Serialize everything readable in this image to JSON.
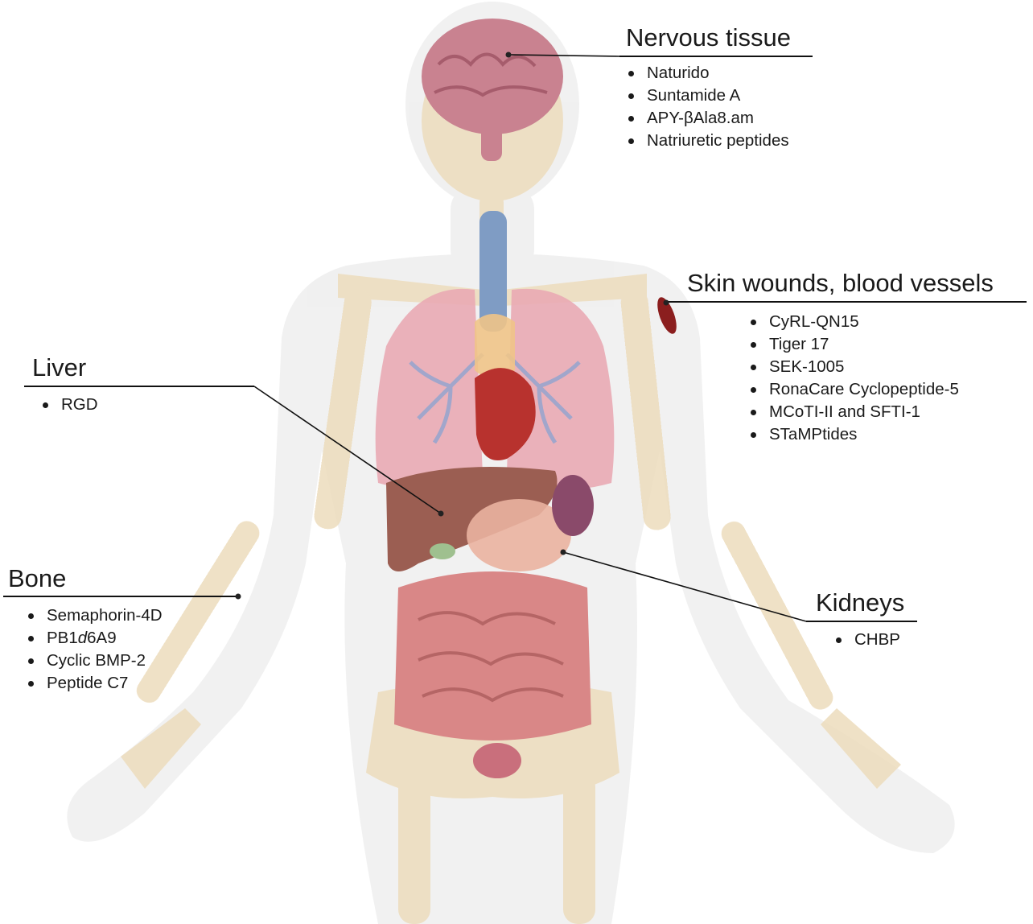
{
  "callouts": {
    "nervous": {
      "title": "Nervous tissue",
      "items": [
        "Naturido",
        "Suntamide A",
        "APY-βAla8.am",
        "Natriuretic peptides"
      ]
    },
    "skin": {
      "title": "Skin wounds, blood vessels",
      "items": [
        "CyRL-QN15",
        "Tiger 17",
        "SEK-1005",
        "RonaCare Cyclopeptide-5",
        "MCoTI-II and SFTI-1",
        "STaMPtides"
      ]
    },
    "liver": {
      "title": "Liver",
      "items": [
        "RGD"
      ]
    },
    "bone": {
      "title": "Bone",
      "items": [
        "Semaphorin-4D",
        "PB1d6A9",
        "Cyclic BMP-2",
        "Peptide C7"
      ]
    },
    "kidneys": {
      "title": "Kidneys",
      "items": [
        "CHBP"
      ]
    }
  },
  "colors": {
    "body_outline": "#e8e8e8",
    "bone": "#efe2c6",
    "brain": "#c9808e",
    "trachea": "#7f9cc4",
    "lung": "#e8a9b3",
    "liver": "#9b5e52",
    "intestine": "#d98787",
    "kidney": "#8a4a6a",
    "wound": "#8b1e1e"
  }
}
